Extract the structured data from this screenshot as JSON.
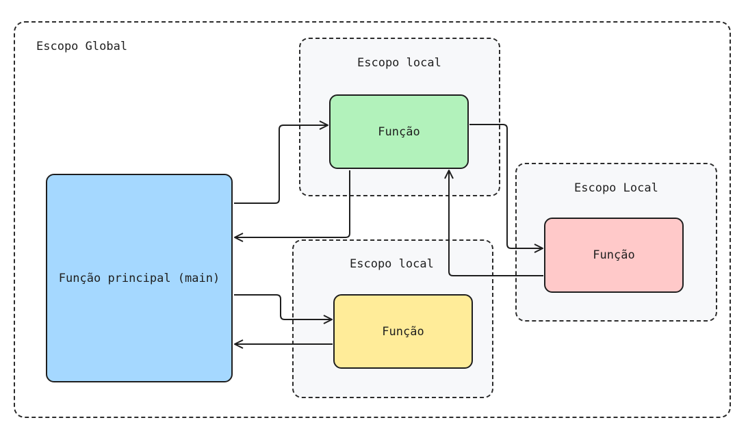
{
  "global_scope": {
    "label": "Escopo Global"
  },
  "local_scopes": [
    {
      "label": "Escopo local"
    },
    {
      "label": "Escopo Local"
    },
    {
      "label": "Escopo local"
    }
  ],
  "functions": {
    "main": {
      "label": "Função principal (main)",
      "color": "#a5d8ff"
    },
    "green": {
      "label": "Função",
      "color": "#b2f2bb"
    },
    "red": {
      "label": "Função",
      "color": "#ffc9c9"
    },
    "yellow": {
      "label": "Função",
      "color": "#ffec99"
    }
  }
}
